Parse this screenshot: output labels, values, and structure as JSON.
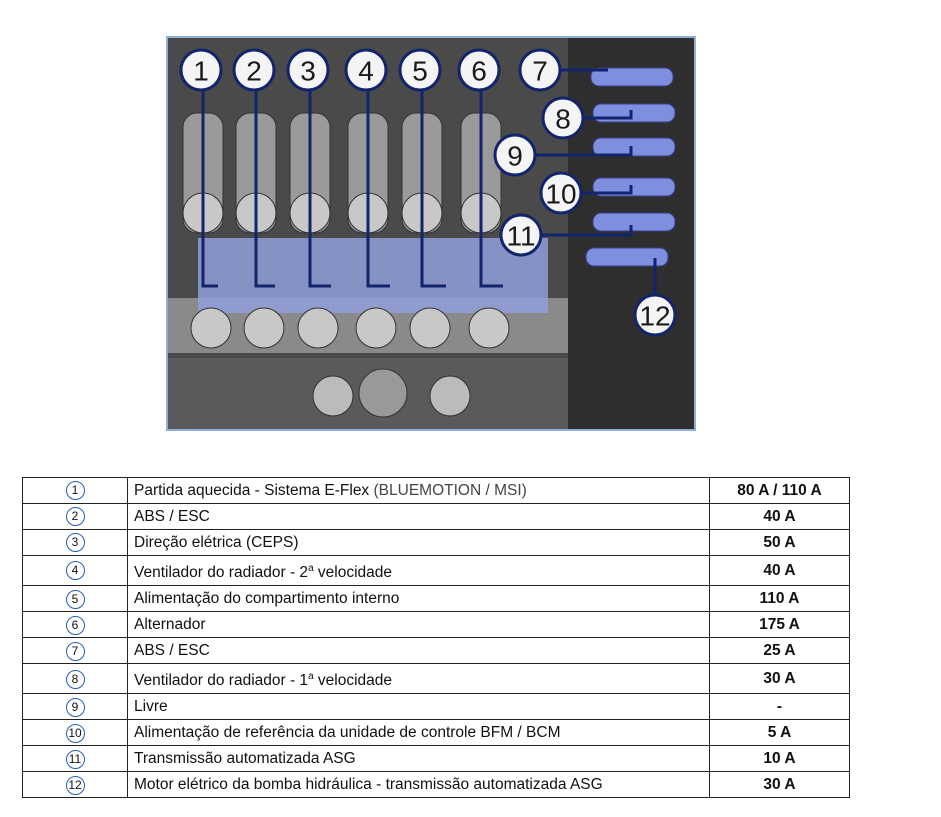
{
  "photo": {
    "callouts": [
      "1",
      "2",
      "3",
      "4",
      "5",
      "6",
      "7",
      "8",
      "9",
      "10",
      "11",
      "12"
    ]
  },
  "table": {
    "rows": [
      {
        "num": "1",
        "desc": "Partida aquecida - Sistema E-Flex ",
        "desc_note": "(BLUEMOTION / MSI)",
        "amp": "80 A / 110 A"
      },
      {
        "num": "2",
        "desc": "ABS / ESC",
        "amp": "40 A"
      },
      {
        "num": "3",
        "desc": "Direção elétrica (CEPS)",
        "amp": "50 A"
      },
      {
        "num": "4",
        "desc": "Ventilador do radiador - 2",
        "desc_sup": "a",
        "desc_after": " velocidade",
        "amp": "40 A"
      },
      {
        "num": "5",
        "desc": "Alimentação do compartimento interno",
        "amp": "110 A"
      },
      {
        "num": "6",
        "desc": "Alternador",
        "amp": "175 A"
      },
      {
        "num": "7",
        "desc": "ABS / ESC",
        "amp": "25 A"
      },
      {
        "num": "8",
        "desc": "Ventilador do radiador - 1",
        "desc_sup": "a",
        "desc_after": " velocidade",
        "amp": "30 A"
      },
      {
        "num": "9",
        "desc": "Livre",
        "amp": "-"
      },
      {
        "num": "10",
        "desc": "Alimentação de referência da unidade de controle BFM / BCM",
        "amp": "5 A"
      },
      {
        "num": "11",
        "desc": "Transmissão automatizada ASG",
        "amp": "10 A"
      },
      {
        "num": "12",
        "desc": "Motor elétrico da bomba hidráulica - transmissão automatizada ASG",
        "amp": "30 A"
      }
    ]
  },
  "colors": {
    "accent": "#1f5fbf",
    "callout_border": "#12246b",
    "fuse_blue": "#7f8fe0"
  }
}
